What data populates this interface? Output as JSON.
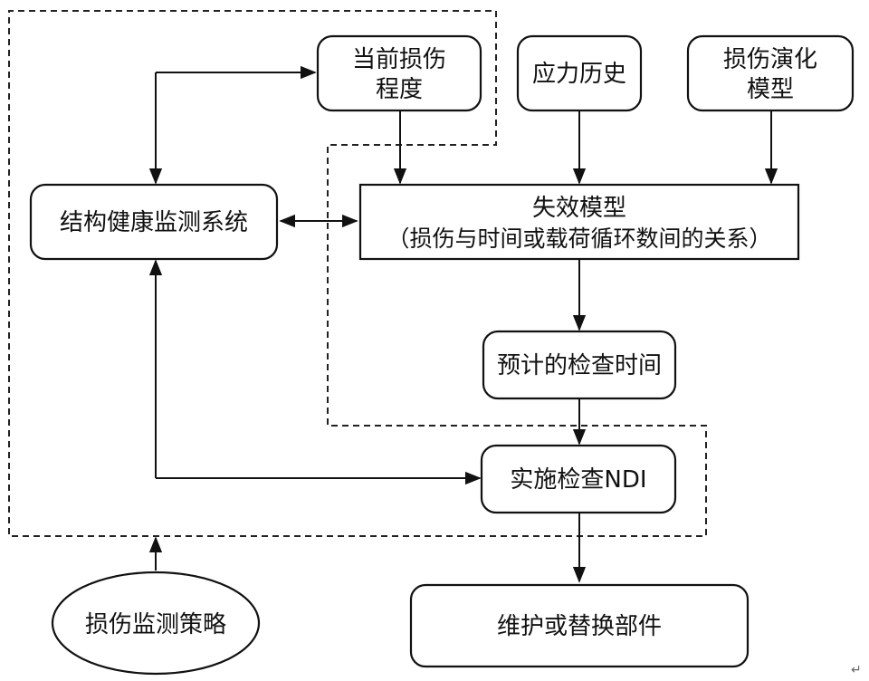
{
  "nodes": {
    "current_damage": {
      "line1": "当前损伤",
      "line2": "程度"
    },
    "stress_history": {
      "label": "应力历史"
    },
    "damage_model": {
      "line1": "损伤演化",
      "line2": "模型"
    },
    "shm_system": {
      "label": "结构健康监测系统"
    },
    "failure_model": {
      "line1": "失效模型",
      "line2": "（损伤与时间或载荷循环数间的关系）"
    },
    "predicted_time": {
      "label": "预计的检查时间"
    },
    "ndi": {
      "label": "实施检查NDI"
    },
    "strategy": {
      "label": "损伤监测策略"
    },
    "maintenance": {
      "label": "维护或替换部件"
    }
  },
  "paragraph_mark": "↵"
}
